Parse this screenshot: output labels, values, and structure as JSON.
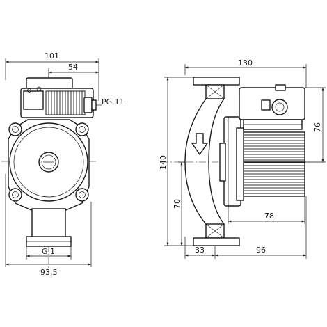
{
  "drawing": {
    "front_view": {
      "dim_overall_width": "101",
      "dim_half_width": "54",
      "dim_connection_label": "PG 11",
      "dim_thread": "G 1",
      "dim_base_width": "93,5"
    },
    "side_view": {
      "dim_overall_length": "130",
      "dim_height": "140",
      "dim_motor_height": "76",
      "dim_lower_height": "70",
      "dim_motor_length": "78",
      "dim_flange_offset": "33",
      "dim_motor_depth": "96"
    }
  }
}
